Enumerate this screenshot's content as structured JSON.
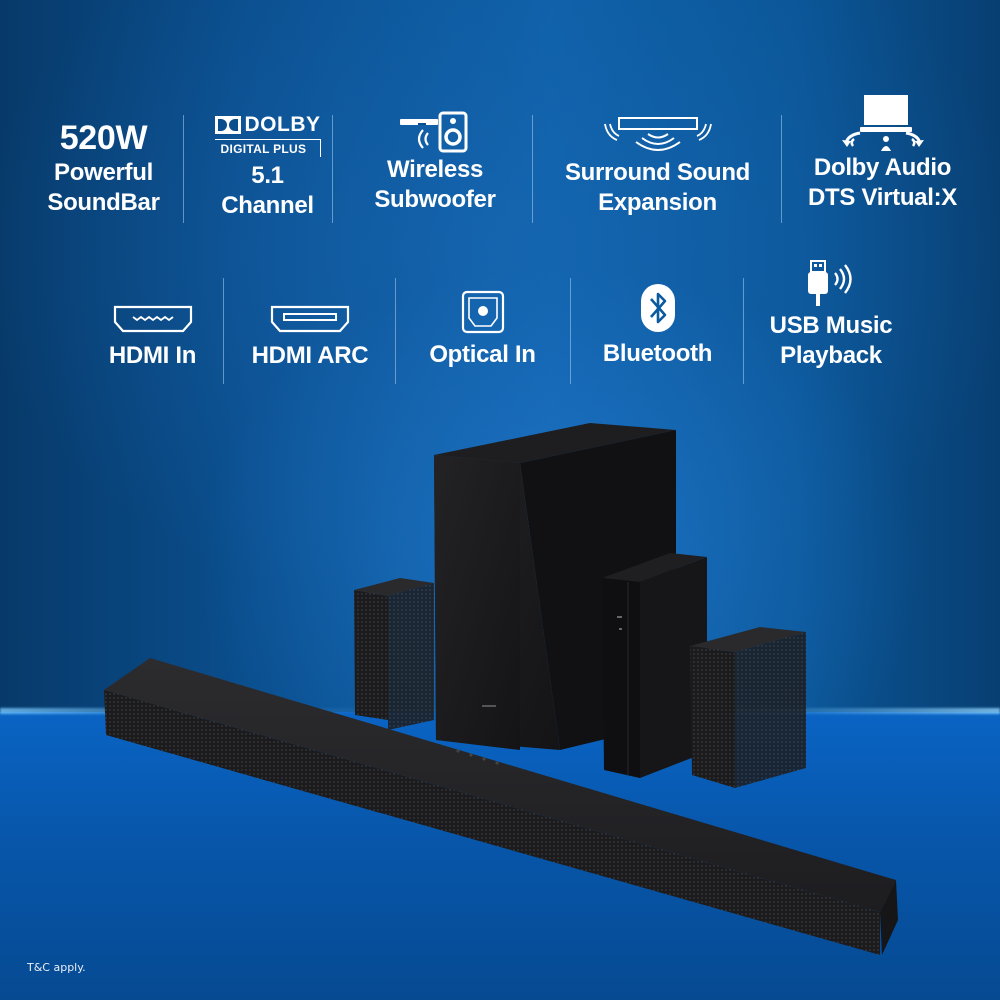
{
  "features_row1": [
    {
      "id": "power",
      "big": "520W",
      "lines": [
        "Powerful",
        "SoundBar"
      ],
      "icon": "none"
    },
    {
      "id": "dolby",
      "logo_top": "DOLBY",
      "logo_bottom": "DIGITAL PLUS",
      "lines": [
        "5.1",
        "Channel"
      ],
      "icon": "dolby-digital-plus-logo"
    },
    {
      "id": "wireless-sub",
      "lines": [
        "Wireless",
        "Subwoofer"
      ],
      "icon": "wireless-subwoofer-icon"
    },
    {
      "id": "surround",
      "lines": [
        "Surround Sound",
        "Expansion"
      ],
      "icon": "surround-soundbar-icon"
    },
    {
      "id": "dolby-dts",
      "lines": [
        "Dolby Audio",
        "DTS Virtual:X"
      ],
      "icon": "virtual-surround-tv-icon"
    }
  ],
  "features_row2": [
    {
      "id": "hdmi-in",
      "lines": [
        "HDMI In"
      ],
      "icon": "hdmi-port-icon"
    },
    {
      "id": "hdmi-arc",
      "lines": [
        "HDMI ARC"
      ],
      "icon": "hdmi-arc-port-icon"
    },
    {
      "id": "optical-in",
      "lines": [
        "Optical In"
      ],
      "icon": "optical-port-icon"
    },
    {
      "id": "bluetooth",
      "lines": [
        "Bluetooth"
      ],
      "icon": "bluetooth-icon"
    },
    {
      "id": "usb",
      "lines": [
        "USB Music",
        "Playback"
      ],
      "icon": "usb-wireless-icon"
    }
  ],
  "product": {
    "items": [
      "soundbar",
      "subwoofer",
      "rear-speaker-left",
      "rear-speaker-right",
      "wireless-receiver-module"
    ]
  },
  "footer": {
    "disclaimer": "T&C apply."
  },
  "colors": {
    "text": "#ffffff",
    "background_dark": "#073a6a",
    "background_mid": "#0d5fa6",
    "floor": "#0a64c4",
    "product": "#1a1a1c"
  }
}
